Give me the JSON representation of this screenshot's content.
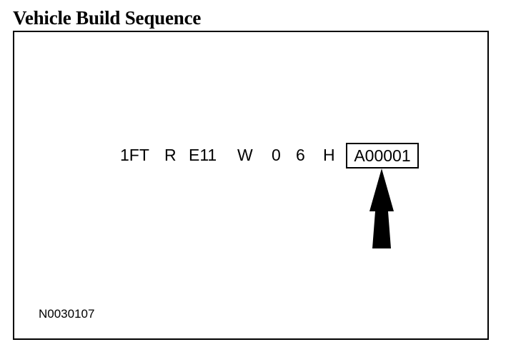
{
  "title": "Vehicle Build Sequence",
  "vin": {
    "segments": [
      "1FT",
      "R",
      "E11",
      "W",
      "0",
      "6",
      "H"
    ],
    "sequence": "A00001"
  },
  "code": "N0030107"
}
